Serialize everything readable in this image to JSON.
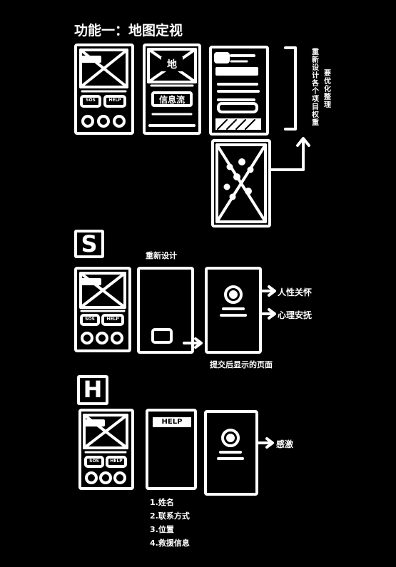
{
  "title": "功能一：地图定视",
  "section1": {
    "map_label": "地",
    "feed_label": "信息流",
    "sos": "SOS",
    "help": "HELP",
    "brace_text_1": "重新设计各个项目权重",
    "brace_text_2": "要优化整理"
  },
  "section_s": {
    "badge": "S",
    "redesign": "重新设计",
    "sos": "SOS",
    "help": "HELP",
    "note_1": "人性关怀",
    "note_2": "心理安抚",
    "caption": "提交后显示的页面"
  },
  "section_h": {
    "badge": "H",
    "help_header": "HELP",
    "sos": "SOS",
    "help": "HELP",
    "note_1": "感激",
    "fields": [
      "1.姓名",
      "2.联系方式",
      "3.位置",
      "4.救援信息"
    ]
  }
}
